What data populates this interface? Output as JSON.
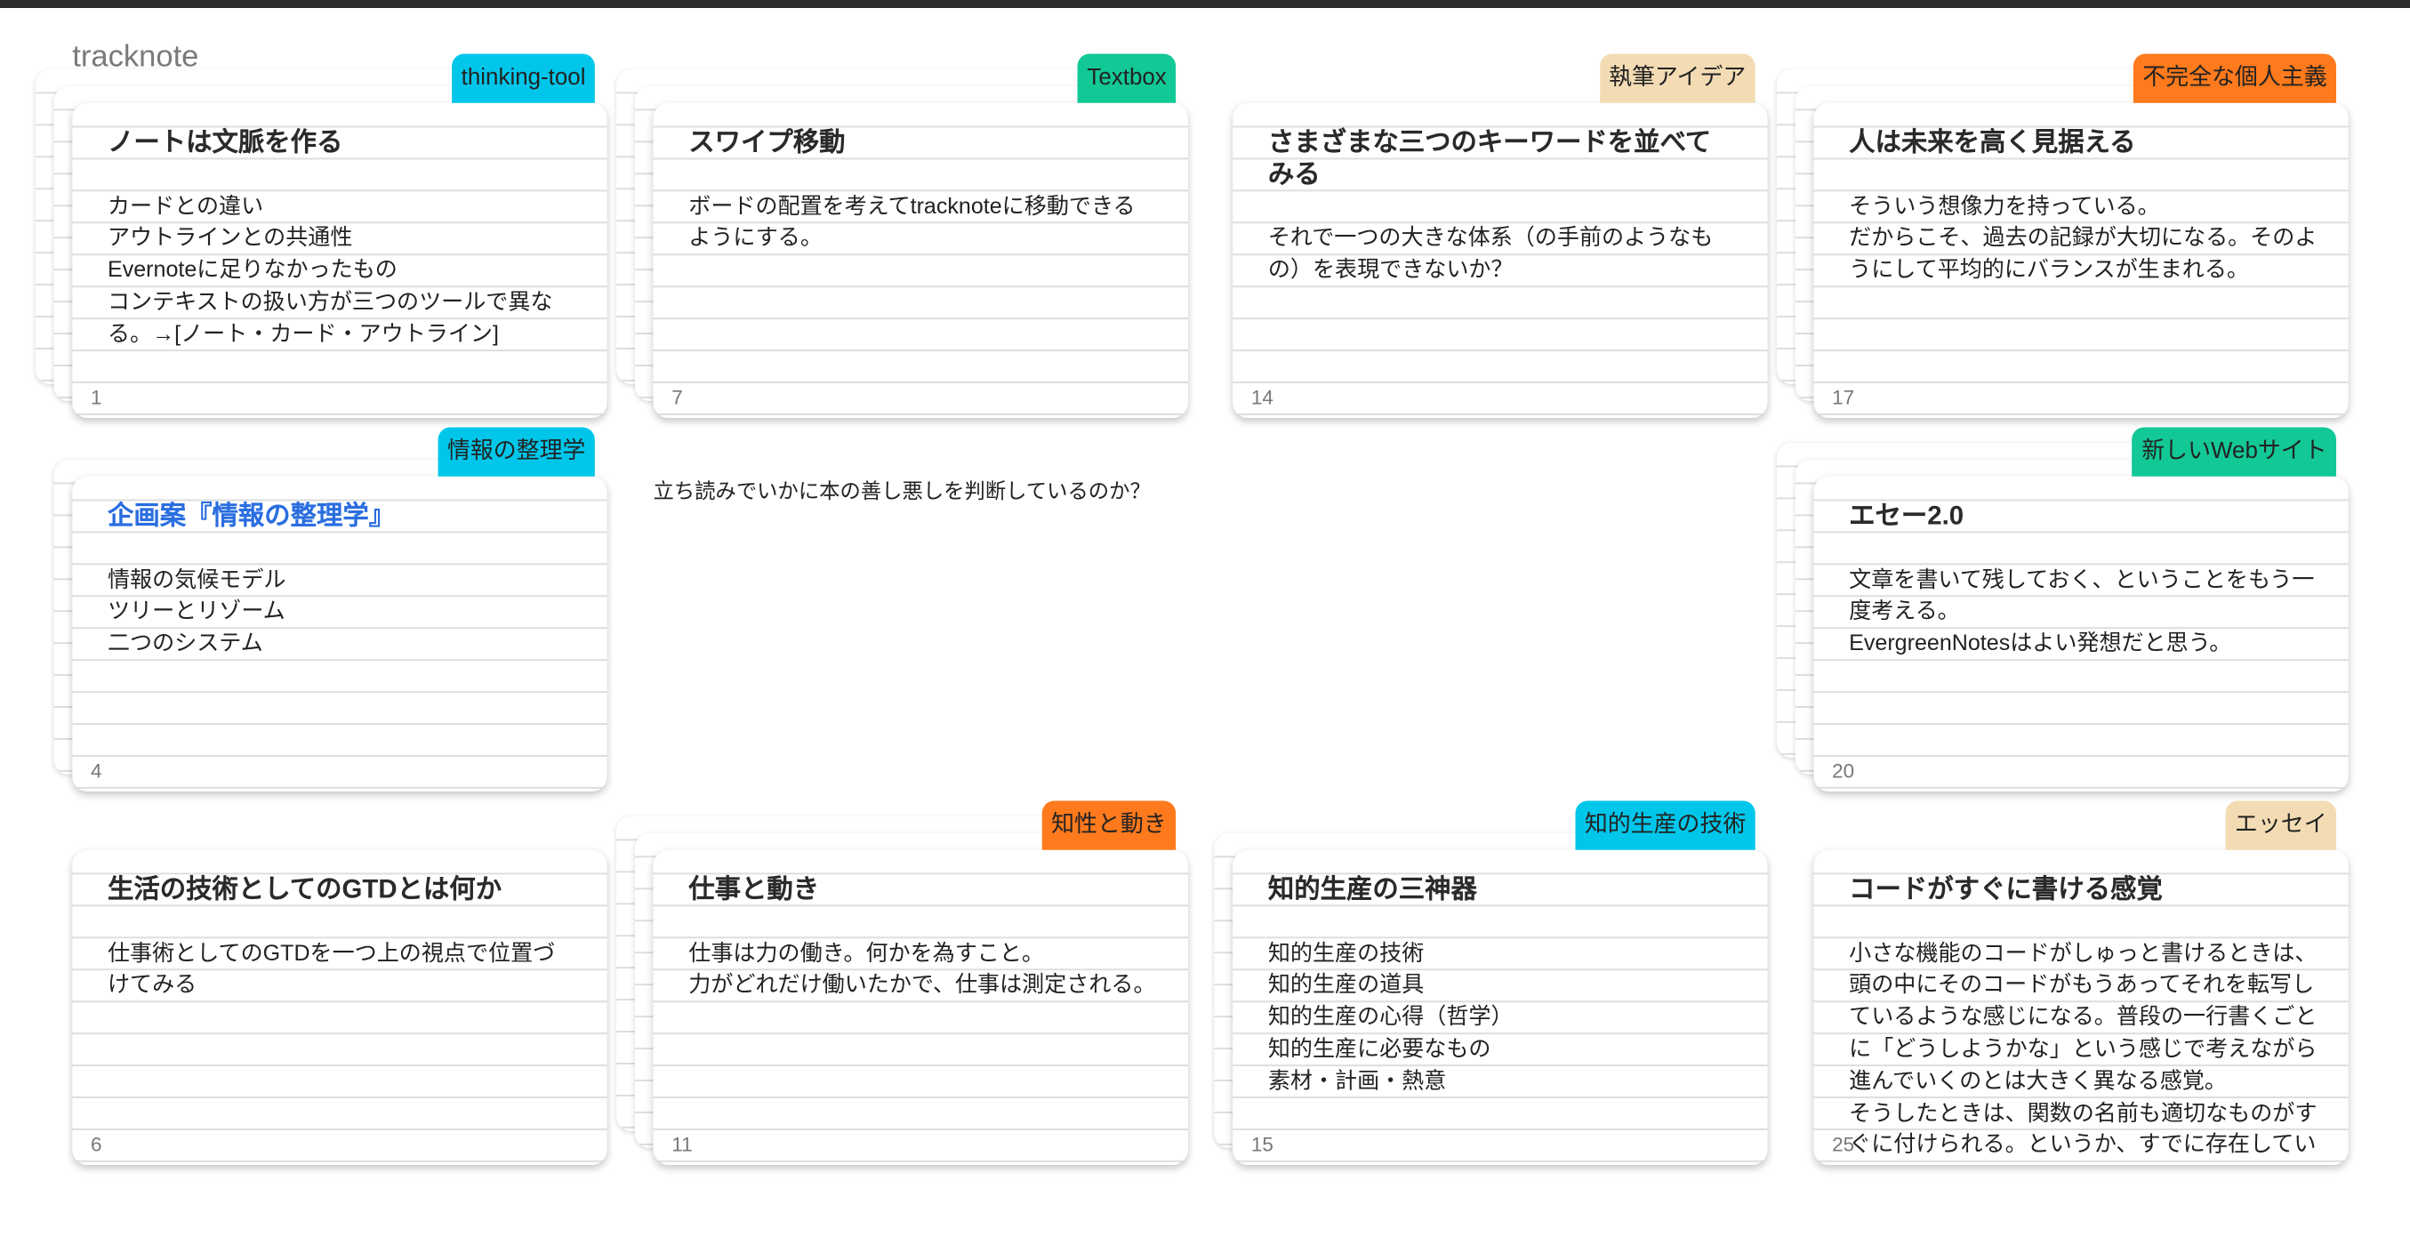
{
  "app": {
    "title": "tracknote"
  },
  "colors": {
    "cyan": "#00c6ea",
    "green": "#12c896",
    "beige": "#f3dcb4",
    "orange": "#ff7a1c",
    "link": "#2a6ee0"
  },
  "free_text": "立ち読みでいかに本の善し悪しを判断しているのか？",
  "cards": [
    {
      "number": "1",
      "title": "ノートは文脈を作る",
      "body": [
        "カードとの違い",
        "アウトラインとの共通性",
        "Evernoteに足りなかったもの",
        "コンテキストの扱い方が三つのツールで異なる。→[ノート・カード・アウトライン]"
      ],
      "tag": "thinking-tool",
      "tag_color": "#00c6ea",
      "stack": 2
    },
    {
      "number": "7",
      "title": "スワイプ移動",
      "body": [
        "ボードの配置を考えてtracknoteに移動できるようにする。"
      ],
      "tag": "Textbox",
      "tag_color": "#12c896",
      "stack": 2
    },
    {
      "number": "14",
      "title": "さまざまな三つのキーワードを並べてみる",
      "body": [
        "それで一つの大きな体系（の手前のようなもの）を表現できないか？"
      ],
      "tag": "執筆アイデア",
      "tag_color": "#f3dcb4",
      "stack": 0
    },
    {
      "number": "17",
      "title": "人は未来を高く見据える",
      "body": [
        "そういう想像力を持っている。",
        "だからこそ、過去の記録が大切になる。そのようにして平均的にバランスが生まれる。"
      ],
      "tag": "不完全な個人主義",
      "tag_color": "#ff7a1c",
      "stack": 2
    },
    {
      "number": "4",
      "title": "企画案『情報の整理学』",
      "title_link": true,
      "body": [
        "情報の気候モデル",
        "ツリーとリゾーム",
        "二つのシステム"
      ],
      "tag": "情報の整理学",
      "tag_color": "#00c6ea",
      "stack": 1
    },
    {
      "number": "20",
      "title": "エセー2.0",
      "body": [
        "文章を書いて残しておく、ということをもう一度考える。",
        "EvergreenNotesはよい発想だと思う。"
      ],
      "tag": "新しいWebサイト",
      "tag_color": "#12c896",
      "stack": 2
    },
    {
      "number": "6",
      "title": "生活の技術としてのGTDとは何か",
      "body": [
        "仕事術としてのGTDを一つ上の視点で位置づけてみる"
      ],
      "tag": "",
      "stack": 0
    },
    {
      "number": "11",
      "title": "仕事と動き",
      "body": [
        "仕事は力の働き。何かを為すこと。",
        "力がどれだけ働いたかで、仕事は測定される。"
      ],
      "tag": "知性と動き",
      "tag_color": "#ff7a1c",
      "stack": 2
    },
    {
      "number": "15",
      "title": "知的生産の三神器",
      "body": [
        "知的生産の技術",
        "知的生産の道具",
        "知的生産の心得（哲学）",
        "知的生産に必要なもの",
        "素材・計画・熱意"
      ],
      "tag": "知的生産の技術",
      "tag_color": "#00c6ea",
      "stack": 1
    },
    {
      "number": "25",
      "title": "コードがすぐに書ける感覚",
      "body": [
        "小さな機能のコードがしゅっと書けるときは、頭の中にそのコードがもうあってそれを転写しているような感じになる。普段の一行書くごとに「どうしようかな」という感じで考えながら進んでいくのとは大きく異なる感覚。",
        "そうしたときは、関数の名前も適切なものがすぐに付けられる。というか、すでに存在している"
      ],
      "tag": "エッセイ",
      "tag_color": "#f3dcb4",
      "stack": 0
    }
  ]
}
